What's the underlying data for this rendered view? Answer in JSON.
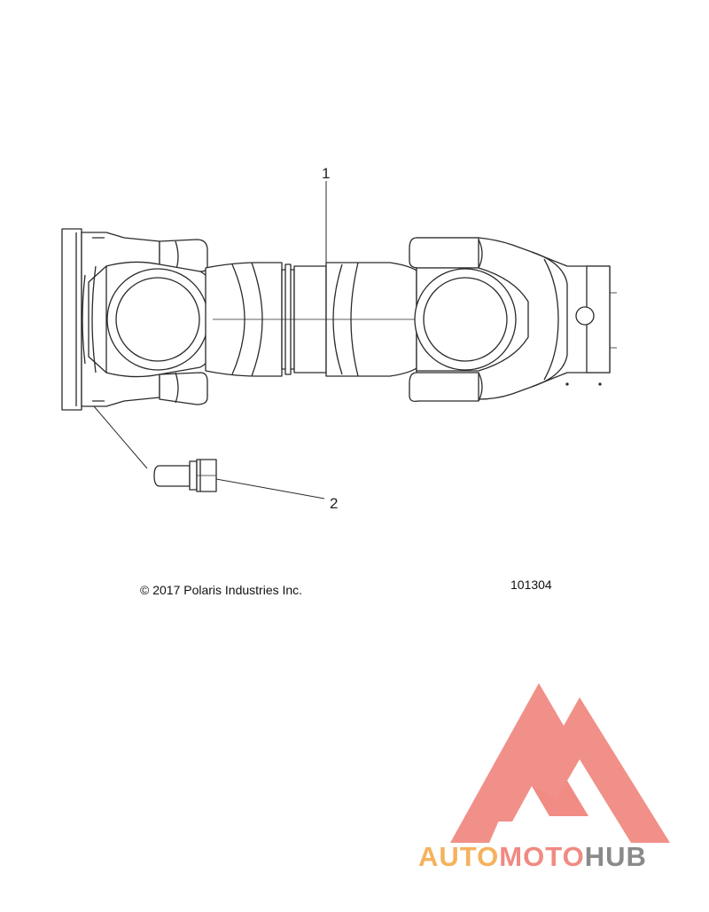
{
  "diagram": {
    "callouts": [
      {
        "label": "1",
        "part": "drive shaft assembly"
      },
      {
        "label": "2",
        "part": "bolt"
      }
    ],
    "copyright": "© 2017 Polaris Industries Inc.",
    "figure_number": "101304"
  },
  "watermark": {
    "logo_word_1": "AUTO",
    "logo_word_2": "MOTO",
    "logo_word_3": "HUB",
    "colors": {
      "triangle": "#f08a82",
      "auto": "#f5b25c",
      "moto": "#f08a82",
      "hub": "#8a8a8a"
    }
  }
}
